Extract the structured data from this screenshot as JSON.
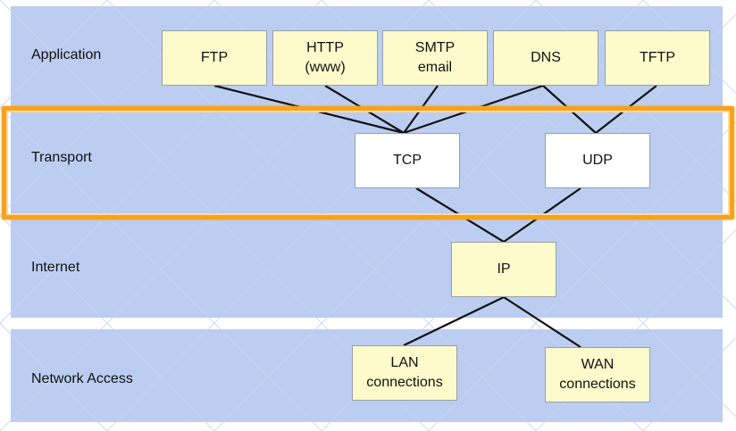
{
  "diagram": {
    "title": "TCP/IP protocol stack",
    "highlighted_layer": "Transport",
    "colors": {
      "band": "#bccdf2",
      "node_yellow": "#fdfacb",
      "node_white": "#ffffff",
      "highlight": "#f7a21c",
      "line": "#111111"
    },
    "layers": [
      {
        "id": "application",
        "label": "Application"
      },
      {
        "id": "transport",
        "label": "Transport"
      },
      {
        "id": "internet",
        "label": "Internet"
      },
      {
        "id": "access",
        "label": "Network Access"
      }
    ],
    "nodes": [
      {
        "id": "ftp",
        "lines": [
          "FTP"
        ]
      },
      {
        "id": "http",
        "lines": [
          "HTTP",
          "(www)"
        ]
      },
      {
        "id": "smtp",
        "lines": [
          "SMTP",
          "email"
        ]
      },
      {
        "id": "dns",
        "lines": [
          "DNS"
        ]
      },
      {
        "id": "tftp",
        "lines": [
          "TFTP"
        ]
      },
      {
        "id": "tcp",
        "lines": [
          "TCP"
        ]
      },
      {
        "id": "udp",
        "lines": [
          "UDP"
        ]
      },
      {
        "id": "ip",
        "lines": [
          "IP"
        ]
      },
      {
        "id": "lan",
        "lines": [
          "LAN",
          "connections"
        ]
      },
      {
        "id": "wan",
        "lines": [
          "WAN",
          "connections"
        ]
      }
    ],
    "edges": [
      [
        "ftp",
        "tcp"
      ],
      [
        "http",
        "tcp"
      ],
      [
        "smtp",
        "tcp"
      ],
      [
        "dns",
        "tcp"
      ],
      [
        "dns",
        "udp"
      ],
      [
        "tftp",
        "udp"
      ],
      [
        "tcp",
        "ip"
      ],
      [
        "udp",
        "ip"
      ],
      [
        "ip",
        "lan"
      ],
      [
        "ip",
        "wan"
      ]
    ]
  }
}
